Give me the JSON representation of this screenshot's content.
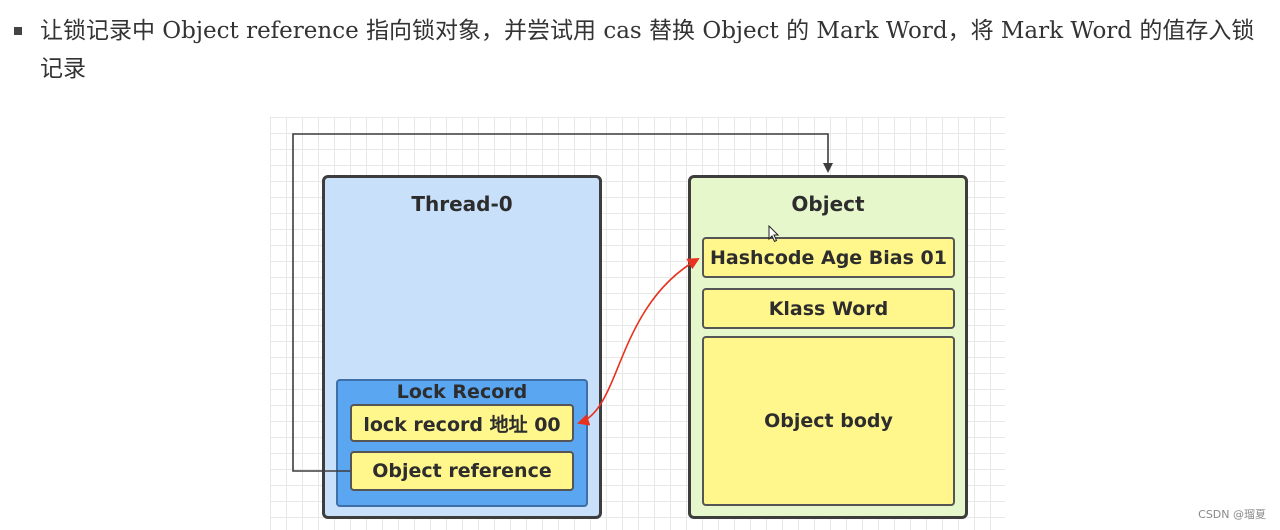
{
  "bullet": {
    "text": "让锁记录中 Object reference 指向锁对象，并尝试用 cas 替换 Object 的 Mark Word，将 Mark Word 的值存入锁记录"
  },
  "diagram": {
    "thread": {
      "title": "Thread-0",
      "lock_record": {
        "title": "Lock Record",
        "address_cell": "lock  record 地址 00",
        "reference_cell": "Object reference"
      }
    },
    "object": {
      "title": "Object",
      "mark_word_cell": "Hashcode Age Bias 01",
      "klass_word_cell": "Klass Word",
      "body_cell": "Object body"
    },
    "colors": {
      "thread_fill": "#c8e0fa",
      "lock_record_fill": "#5aa6f0",
      "object_fill": "#e6f7cc",
      "cell_fill": "#fff68c",
      "swap_arrow": "#e8321e"
    }
  },
  "watermark": "CSDN @瑠夏"
}
